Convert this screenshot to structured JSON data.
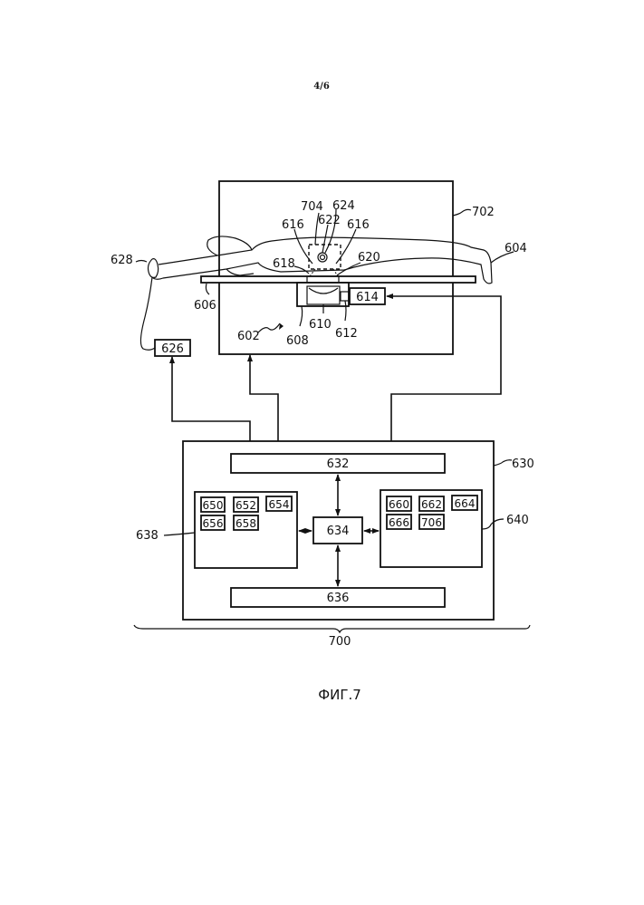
{
  "page_number": "4/6",
  "figure_caption": "ФИГ.7",
  "labels": {
    "l702": "702",
    "l604": "604",
    "l628": "628",
    "l606": "606",
    "l602": "602",
    "l608": "608",
    "l610": "610",
    "l612": "612",
    "l614": "614",
    "l618": "618",
    "l620": "620",
    "l616a": "616",
    "l616b": "616",
    "l622": "622",
    "l704": "704",
    "l624": "624",
    "l626": "626",
    "l630": "630",
    "l632": "632",
    "l634": "634",
    "l636": "636",
    "l638": "638",
    "l640": "640",
    "l700": "700",
    "l650": "650",
    "l652": "652",
    "l654": "654",
    "l656": "656",
    "l658": "658",
    "l660": "660",
    "l662": "662",
    "l664": "664",
    "l666": "666",
    "l706": "706"
  }
}
